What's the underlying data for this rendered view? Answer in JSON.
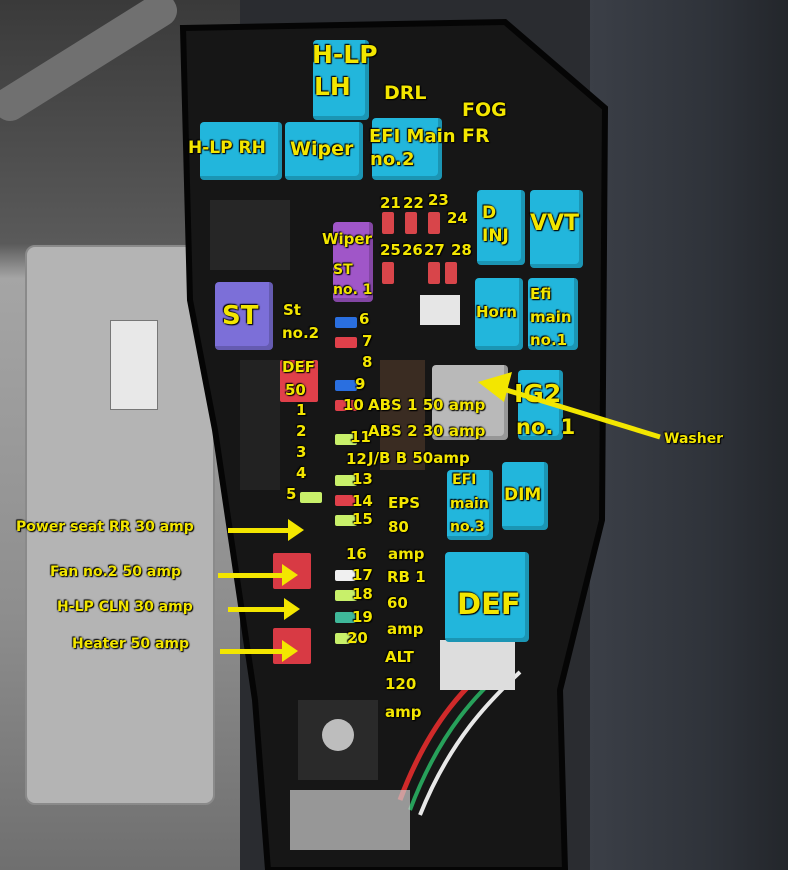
{
  "relays": {
    "hlp_lh": [
      "H-LP",
      "LH"
    ],
    "hlp_rh": "H-LP RH",
    "wiper": "Wiper",
    "efi_main_2": [
      "EFI Main",
      "no.2"
    ],
    "drl": "DRL",
    "fog_fr": [
      "FOG",
      "FR"
    ],
    "d_inj": [
      "D",
      "INJ"
    ],
    "vvt": "VVT",
    "horn": "Horn",
    "efi_main_1": [
      "Efi",
      "main",
      "no.1"
    ],
    "st": "ST",
    "st_no2": [
      "St",
      "no.2"
    ],
    "ig2_no1": [
      "IG2",
      "no. 1"
    ],
    "efi_main_3": [
      "EFI",
      "main",
      "no.3"
    ],
    "dim": "DIM",
    "def": "DEF",
    "def_50": [
      "DEF",
      "50"
    ]
  },
  "fuses": {
    "top_row": [
      "21",
      "22",
      "23",
      "24"
    ],
    "bottom_row": [
      "25",
      "26",
      "27",
      "28"
    ],
    "wiper_fuse": "Wiper",
    "st_no1": [
      "ST",
      "no. 1"
    ],
    "left_column": [
      "1",
      "2",
      "3",
      "4",
      "5"
    ],
    "center_column": [
      "6",
      "7",
      "8",
      "9",
      "10",
      "11",
      "12",
      "13",
      "14",
      "15",
      "16",
      "17",
      "18",
      "19",
      "20"
    ]
  },
  "annotations": {
    "abs1": "ABS 1 50 amp",
    "abs2": "ABS 2 30 amp",
    "jb": "J/B B 50amp",
    "eps": [
      "EPS",
      "80",
      "amp"
    ],
    "rb1": [
      "RB 1",
      "60",
      "amp"
    ],
    "alt": [
      "ALT",
      "120",
      "amp"
    ],
    "washer": "Washer",
    "power_seat": "Power seat RR 30 amp",
    "fan2": "Fan no.2 50 amp",
    "hlp_cln": "H-LP CLN 30 amp",
    "heater": "Heater 50 amp"
  },
  "colors": {
    "label": "#f3e600",
    "relay": "#22b6dc",
    "st_relay": "#7c6fd8"
  }
}
